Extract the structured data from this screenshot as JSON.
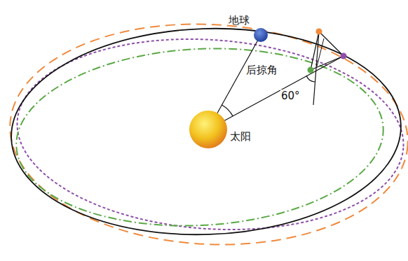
{
  "diagram": {
    "labels": [
      "地球",
      "后掠角",
      "60°",
      "太阳"
    ]
  }
}
